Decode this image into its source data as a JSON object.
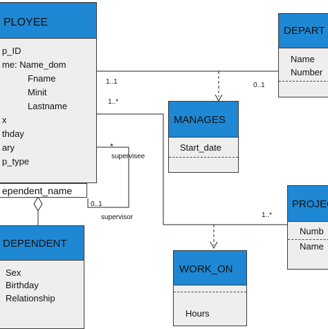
{
  "employee": {
    "title": "PLOYEE",
    "attributes": [
      "p_ID",
      "me: Name_dom",
      "Fname",
      "Minit",
      "Lastname",
      "x",
      "thday",
      "ary",
      "p_type"
    ],
    "qualifier": "ependent_name"
  },
  "department": {
    "title": "DEPART",
    "attributes": [
      "Name",
      "Number"
    ]
  },
  "manages": {
    "title": "MANAGES",
    "attributes": [
      "Start_date"
    ]
  },
  "project": {
    "title": "PROJEC",
    "attributes": [
      "Numb",
      "Name"
    ]
  },
  "dependent": {
    "title": "DEPENDENT",
    "attributes": [
      "Sex",
      "Birthday",
      "Relationship"
    ]
  },
  "work_on": {
    "title": "WORK_ON",
    "attributes": [
      "Hours"
    ]
  },
  "multiplicities": {
    "emp_dept_1": "1..1",
    "emp_dept_2": "0..1",
    "emp_proj_1": "1..*",
    "emp_proj_2": "1..*",
    "supervise_top": "*",
    "supervise_bottom": "0..1"
  },
  "roles": {
    "supervisee": "supervisee",
    "supervisor": "supervisor"
  },
  "colors": {
    "header": "#1e88d4",
    "body": "#eeeeee"
  }
}
